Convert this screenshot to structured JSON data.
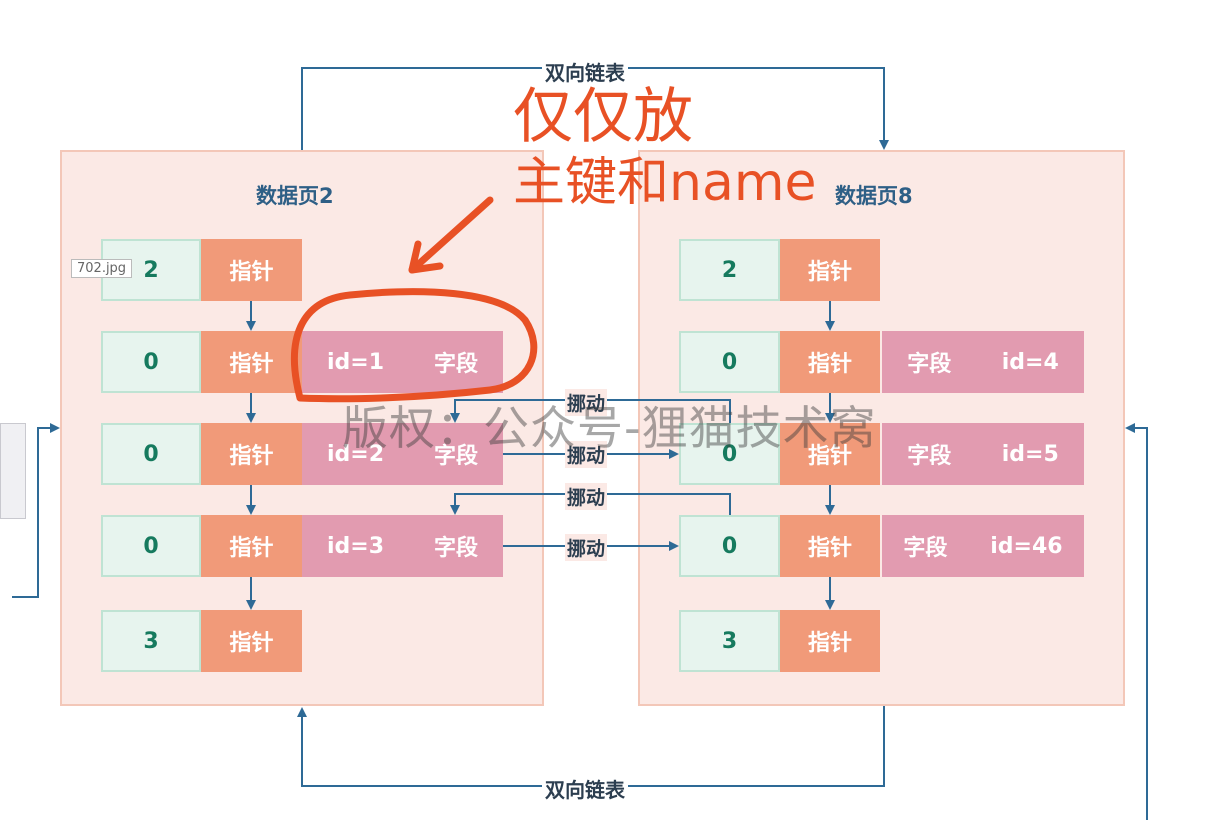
{
  "links": {
    "top_label": "双向链表",
    "bottom_label": "双向链表"
  },
  "note": {
    "line1": "仅仅放",
    "line2": "主键和name"
  },
  "watermark": "版权：公众号-狸猫技术窝",
  "file_tag": "702.jpg",
  "move_label": "挪动",
  "page_left": {
    "title": "数据页2",
    "rows": [
      {
        "slot": "2",
        "pointer": "指针"
      },
      {
        "slot": "0",
        "pointer": "指针",
        "rec_a": "id=1",
        "rec_b": "字段"
      },
      {
        "slot": "0",
        "pointer": "指针",
        "rec_a": "id=2",
        "rec_b": "字段"
      },
      {
        "slot": "0",
        "pointer": "指针",
        "rec_a": "id=3",
        "rec_b": "字段"
      },
      {
        "slot": "3",
        "pointer": "指针"
      }
    ]
  },
  "page_right": {
    "title": "数据页8",
    "rows": [
      {
        "slot": "2",
        "pointer": "指针"
      },
      {
        "slot": "0",
        "pointer": "指针",
        "rec_a": "字段",
        "rec_b": "id=4"
      },
      {
        "slot": "0",
        "pointer": "指针",
        "rec_a": "字段",
        "rec_b": "id=5"
      },
      {
        "slot": "0",
        "pointer": "指针",
        "rec_a": "字段",
        "rec_b": "id=46"
      },
      {
        "slot": "3",
        "pointer": "指针"
      }
    ]
  },
  "colors": {
    "page_bg": "#fbe9e5",
    "slot_bg": "#e7f4ee",
    "pointer_bg": "#f19a79",
    "record_bg": "#e29bb0",
    "arrow": "#2e6a96",
    "annotation": "#e85125"
  }
}
